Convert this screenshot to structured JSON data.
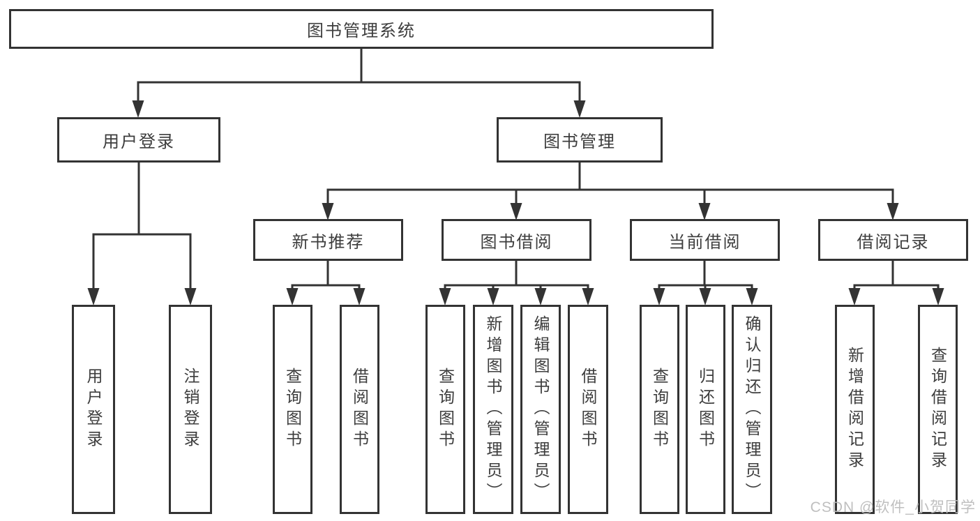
{
  "title": "图书管理系统",
  "level2": {
    "user_login": "用户登录",
    "book_management": "图书管理"
  },
  "level3": {
    "new_books": "新书推荐",
    "book_borrow": "图书借阅",
    "current_borrow": "当前借阅",
    "borrow_records": "借阅记录"
  },
  "leaves": {
    "user": [
      "用户登录",
      "注销登录"
    ],
    "new_books": [
      "查询图书",
      "借阅图书"
    ],
    "book_borrow": [
      "查询图书",
      "新增图书（管理员）",
      "编辑图书（管理员）",
      "借阅图书"
    ],
    "current_borrow": [
      "查询图书",
      "归还图书",
      "确认归还（管理员）"
    ],
    "borrow_records": [
      "新增借阅记录",
      "查询借阅记录"
    ]
  },
  "watermark": "CSDN @软件_小贺同学",
  "colors": {
    "line": "#333333",
    "text": "#3d3d3d",
    "watermark": "#bcbcbc",
    "background": "#ffffff"
  }
}
